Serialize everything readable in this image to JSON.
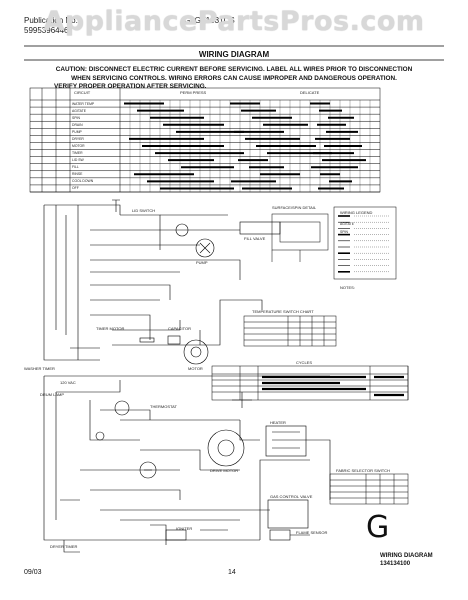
{
  "watermark": "AppliancePartsPros.com",
  "header": {
    "line1": "Publication No.",
    "line2": "5995396446",
    "model": "GLGT1031CS"
  },
  "title": "WIRING DIAGRAM",
  "caution": {
    "line1": "CAUTION: DISCONNECT ELECTRIC CURRENT BEFORE SERVICING.  LABEL ALL WIRES PRIOR TO DISCONNECTION",
    "line2": "WHEN SERVICING CONTROLS.  WIRING ERRORS CAN CAUSE IMPROPER AND DANGEROUS OPERATION.",
    "line3": "VERIFY PROPER OPERATION AFTER SERVICING."
  },
  "table": {
    "col_circuit": "CIRCUIT",
    "col_perm_press": "PERM PRESS",
    "col_delicate": "DELICATE",
    "rows": [
      "WATER TEMP",
      "AGITATE",
      "SPIN",
      "DRAIN",
      "PUMP",
      "DRYER",
      "MOTOR",
      "TIMER",
      "LID SW",
      "FILL",
      "RINSE",
      "COOL DOWN",
      "OFF"
    ]
  },
  "labels": {
    "sw_detail": "SURFACE/SPIN DETAIL",
    "legend": "WIRING LEGEND",
    "temp_switch": "TEMPERATURE SWITCH CHART",
    "cycles": "CYCLES",
    "washer_timer": "WASHER TIMER",
    "dryer_timer": "DRYER TIMER",
    "notes": "NOTES:",
    "capacitor": "CAPACITOR",
    "motor": "MOTOR",
    "heater": "HEATER",
    "gas_control": "GAS CONTROL VALVE",
    "drum_lamp": "DRUM LAMP",
    "drive_motor": "DRIVE MOTOR",
    "pump": "PUMP",
    "fabric_switch": "FABRIC SELECTOR SWITCH",
    "timer_motor": "TIMER MOTOR",
    "lid_switch": "LID SWITCH",
    "fill": "FILL VALVE",
    "igniter": "IGNITER",
    "flame_sensor": "FLAME SENSOR",
    "thermostat": "THERMOSTAT",
    "voltage": "120 VAC",
    "agitate_legend": "AGITATE",
    "spin_legend": "SPIN"
  },
  "big_letter": "G",
  "diagram_label": "WIRING DIAGRAM",
  "diagram_number": "134134100",
  "date": "09/03",
  "page": "14"
}
